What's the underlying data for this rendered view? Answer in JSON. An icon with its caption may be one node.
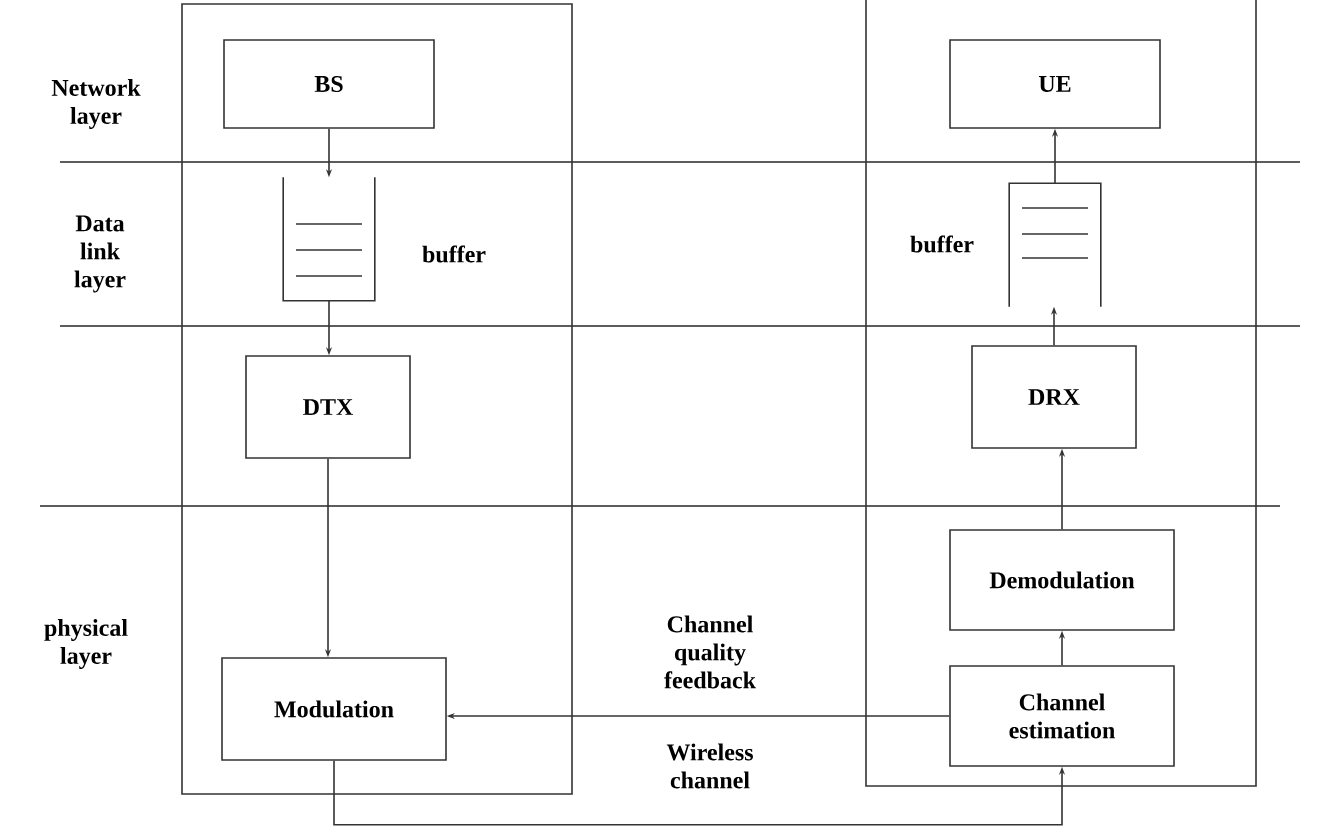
{
  "diagram": {
    "nodes": [
      {
        "text": [],
        "shape": "box"
      },
      {
        "text": [
          "BS"
        ],
        "in": 0
      },
      {
        "text": [],
        "shape": "queue",
        "beside": [
          "buffer"
        ],
        "in": 0
      },
      {
        "text": [
          "DTX"
        ],
        "in": 0
      },
      {
        "text": [
          "Modulation"
        ],
        "in": 0
      },
      {
        "text": [],
        "shape": "box"
      },
      {
        "text": [
          "UE"
        ],
        "in": 5
      },
      {
        "text": [],
        "shape": "queue",
        "beside": [
          "buffer"
        ],
        "in": 5
      },
      {
        "text": [
          "DRX"
        ],
        "in": 5
      },
      {
        "text": [
          "Demodulation"
        ],
        "in": 5
      },
      {
        "text": [
          "Channel estimation"
        ],
        "in": 5
      }
    ],
    "edges": [
      {
        "from": 1,
        "to": 2,
        "arrow": "to"
      },
      {
        "from": 2,
        "to": 3,
        "arrow": "to"
      },
      {
        "from": 3,
        "to": 4,
        "arrow": "to"
      },
      {
        "from": 10,
        "to": 4,
        "arrow": "to",
        "label": "Channel quality feedback"
      },
      {
        "from": 4,
        "to": 10,
        "arrow": "to",
        "label": "Wireless channel"
      },
      {
        "from": 10,
        "to": 9,
        "arrow": "to"
      },
      {
        "from": 9,
        "to": 8,
        "arrow": "to"
      },
      {
        "from": 8,
        "to": 7,
        "arrow": "to"
      },
      {
        "from": 7,
        "to": 6,
        "arrow": "to"
      }
    ],
    "labels": [
      "Network layer",
      "Data link layer",
      "physical layer"
    ]
  }
}
